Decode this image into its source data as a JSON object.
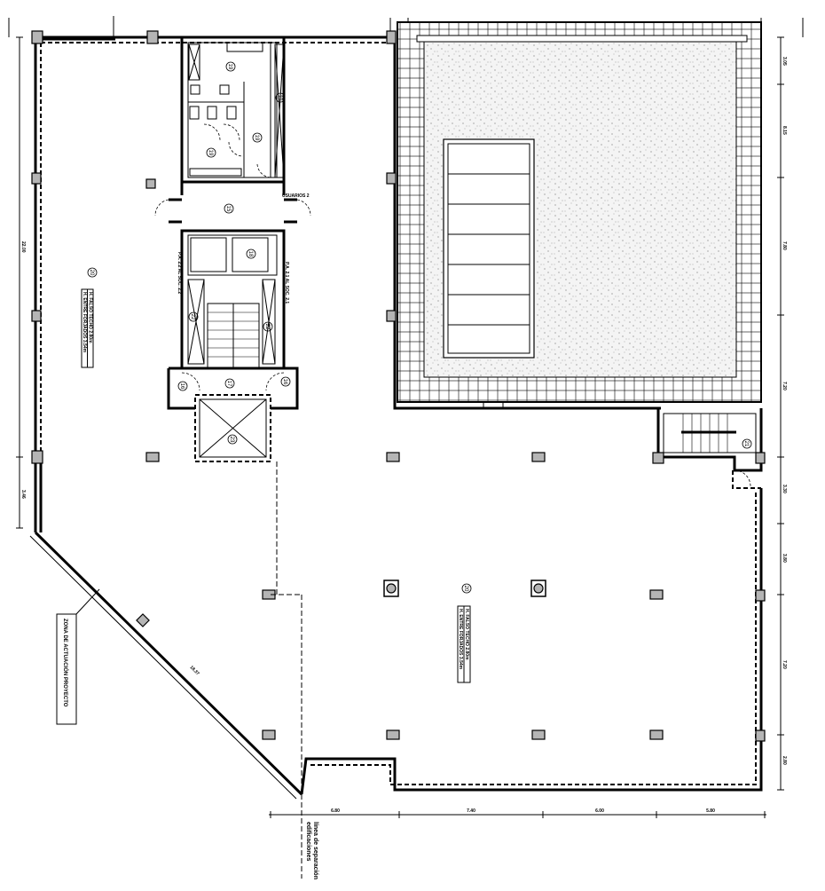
{
  "plan": {
    "area_zone_label": "ZONA DE ACTUACIÓN PROYECTO",
    "separation_line_label": "línea de separación edificaciones",
    "users_label": "USUARIOS 2",
    "stair_link_left": "P.A. 2.2 AL SOC. 2.2",
    "stair_link_right": "P.A. 2.1 AL SOC. 2.1",
    "left_room": {
      "number": "20",
      "ceiling": "H. FALSO TECHO 2.80m",
      "floor_height": "H. ENTRE FORJADOS 3.54m"
    },
    "main_room": {
      "number": "20",
      "ceiling": "H. FALSO TECHO 2.80m",
      "floor_height": "H. ENTRE FORJADOS 3.54m"
    },
    "room_numbers": {
      "toilets_a": "19",
      "toilets_b": "19",
      "toilets_c": "19",
      "corridor": "19",
      "lobby": "15",
      "lift": "18",
      "stair_l": "22",
      "stair_r": "22",
      "landing": "17",
      "vest_l": "16",
      "vest_r": "16",
      "shaft": "23",
      "stair_e": "21"
    }
  },
  "dimensions": {
    "right": [
      "3.05",
      "8.15",
      "7.80",
      "7.20",
      "3.30",
      "3.80",
      "7.20",
      "2.80"
    ],
    "bottom": [
      "6.80",
      "7.40",
      "6.00",
      "5.80"
    ],
    "left": [
      "22.00",
      "3.46"
    ],
    "diagonal": "18.37"
  },
  "colors": {
    "column_fill": "#b5b5b5",
    "line": "#000000"
  }
}
